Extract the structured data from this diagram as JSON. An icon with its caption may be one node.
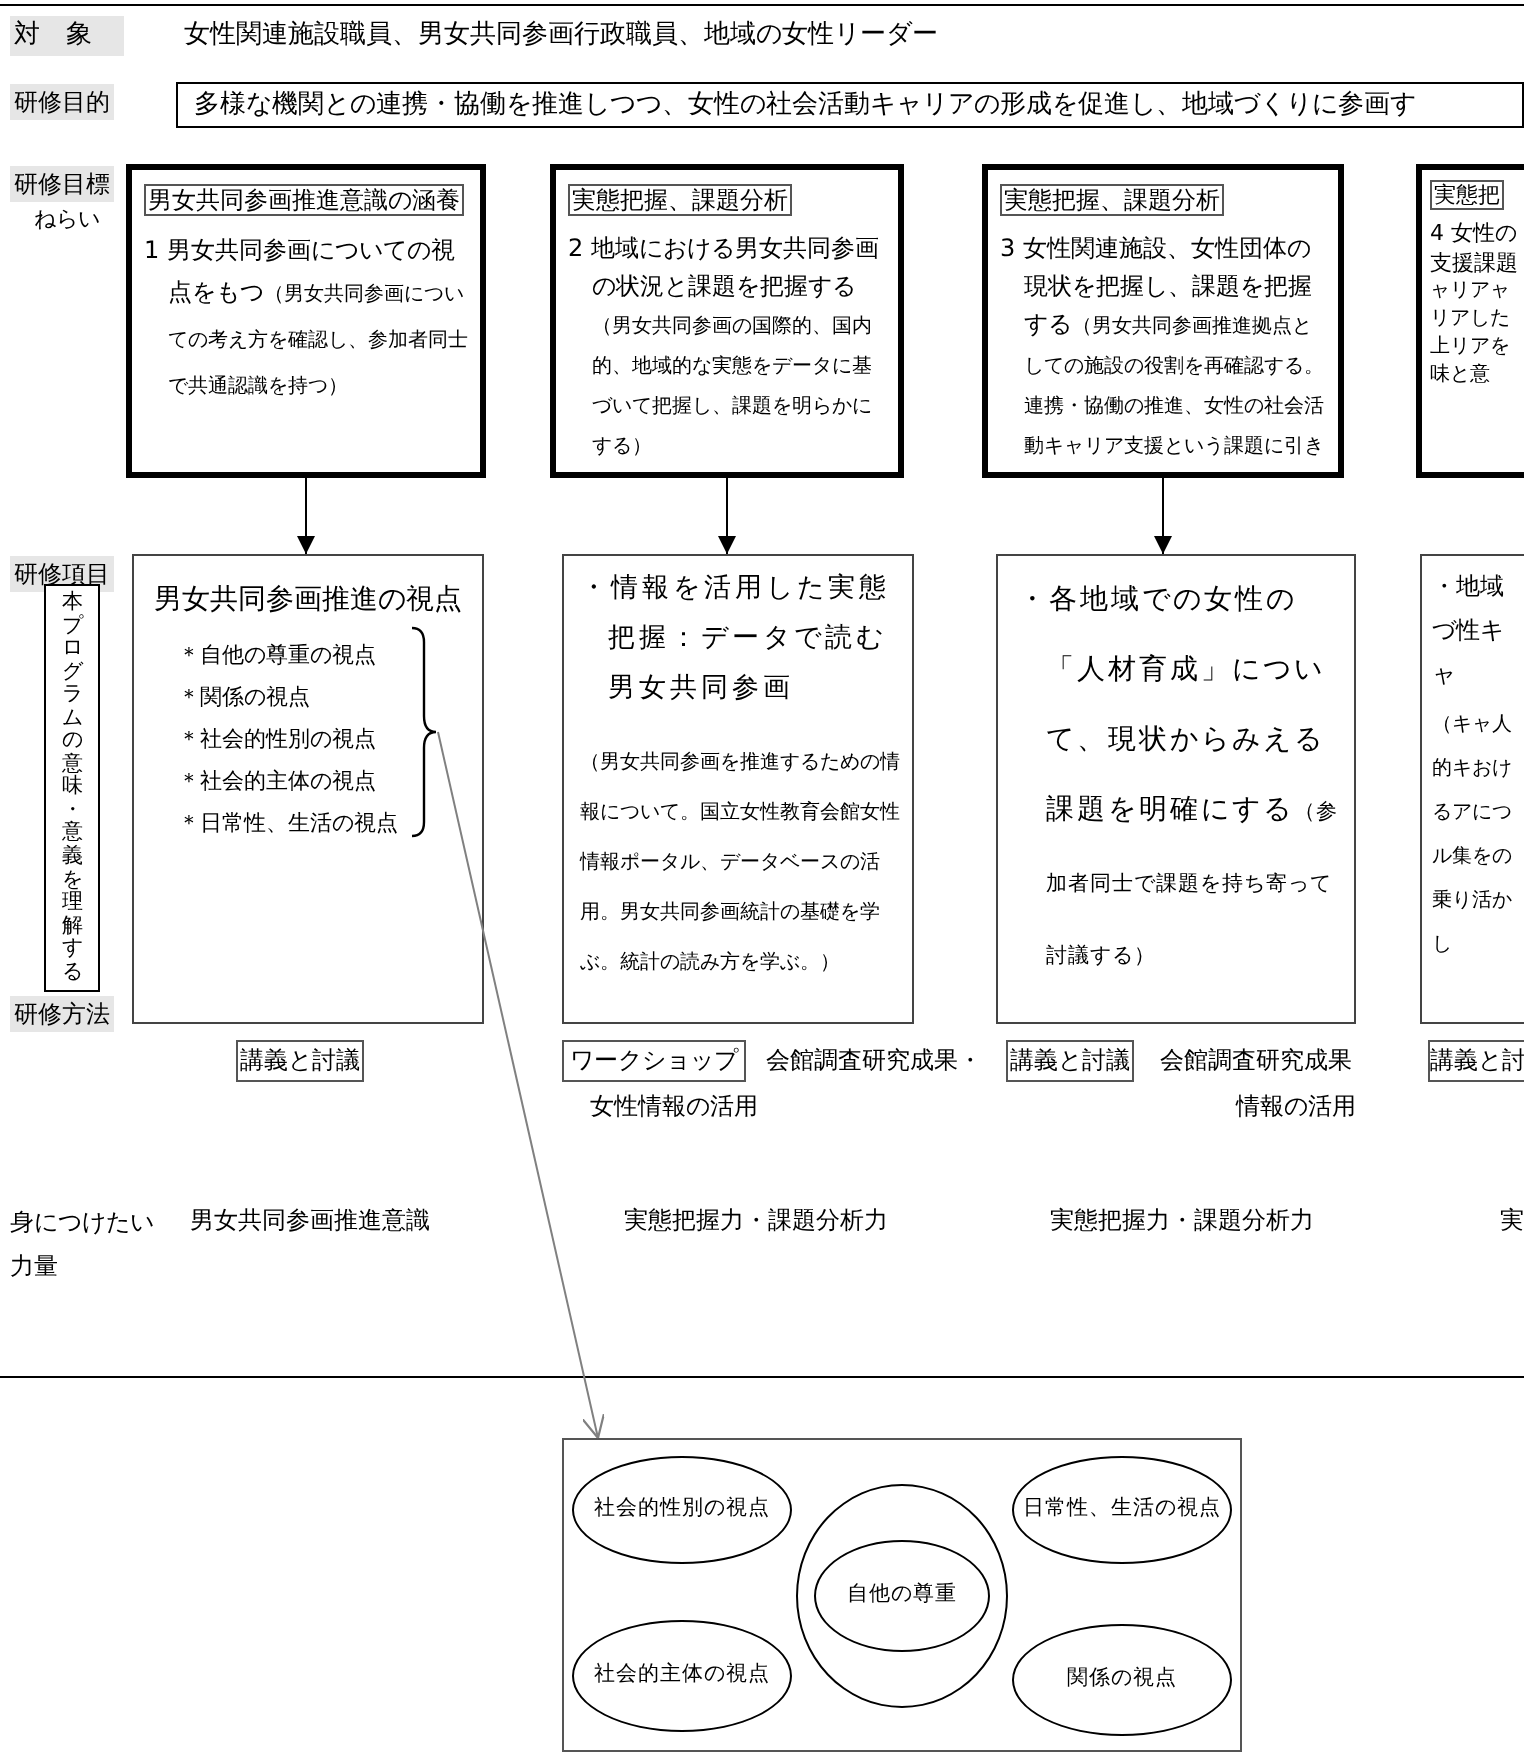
{
  "diagram": {
    "nodes": [
      {
        "text": [
          "多様な機関との連携・協働を推進しつつ、女性の社会活動キャリアの形成を促進し、地域づくりに参画す"
        ]
      },
      {
        "text": [
          "男女共同参画推進意識の涵養",
          "1 男女共同参画についての視点をもつ",
          "（男女共同参画についての考え方を確認し、参加者同士で共通認識を持つ）"
        ]
      },
      {
        "text": [
          "実態把握、課題分析",
          "2 地域における男女共同参画の状況と課題を把握する",
          "（男女共同参画の国際的、国内的、地域的な実態をデータに基づいて把握し、課題を明らかにする）"
        ]
      },
      {
        "text": [
          "実態把握、課題分析",
          "3 女性関連施設、女性団体の現状を把握し、課題を把握する",
          "（男女共同参画推進拠点としての施設の役割を再確認する。連携・協働の推進、女性の社会活動キャリア支援という課題に引き付けて考える）"
        ]
      },
      {
        "text": [
          "実態把",
          "4 女性の支援課題",
          "ャリアャリアした上リアを味と意"
        ]
      },
      {
        "text": [
          "男女共同参画推進の視点",
          "＊自他の尊重の視点",
          "＊関係の視点",
          "＊社会的性別の視点",
          "＊社会的主体の視点",
          "＊日常性、生活の視点"
        ]
      },
      {
        "text": [],
        "shape": "bracket",
        "in": 5
      },
      {
        "text": [
          "・情報を活用した実態把握：データで読む男女共同参画",
          "（男女共同参画を推進するための情報について。国立女性教育会館女性情報ポータル、データベースの活用。男女共同参画統計の基礎を学ぶ。統計の読み方を学ぶ。）"
        ]
      },
      {
        "text": [
          "・各地域での女性の「人材育成」について、現状からみえる課題を明確にする",
          "（参加者同士で課題を持ち寄って討議する）"
        ]
      },
      {
        "text": [
          "・地域づ性キャ",
          "（キャ人的キおけるアにつル集をの乗り活かし"
        ]
      },
      {
        "text": [
          "本プログラムの意味・意義を理解する"
        ]
      },
      {
        "text": [
          "講義と討議"
        ]
      },
      {
        "text": [
          "ワークショップ"
        ]
      },
      {
        "text": [
          "講義と討議"
        ]
      },
      {
        "text": [
          "講義と討"
        ]
      },
      {
        "text": [],
        "shape": "box"
      },
      {
        "text": [],
        "shape": "ellipse",
        "in": 15
      },
      {
        "text": [
          "社会的性別の視点"
        ],
        "in": 15
      },
      {
        "text": [
          "日常性、生活の視点"
        ],
        "in": 15
      },
      {
        "text": [
          "自他の尊重"
        ],
        "in": 16
      },
      {
        "text": [
          "社会的主体の視点"
        ],
        "in": 15
      },
      {
        "text": [
          "関係の視点"
        ],
        "in": 15
      }
    ],
    "edges": [
      {
        "from": 1,
        "to": 5,
        "arrow": "to"
      },
      {
        "from": 2,
        "to": 7,
        "arrow": "to"
      },
      {
        "from": 3,
        "to": 8,
        "arrow": "to"
      },
      {
        "from": 6,
        "to": 15,
        "arrow": "to",
        "color": "#808080"
      }
    ],
    "labels": [
      "対　象",
      "女性関連施設職員、男女共同参画行政職員、地域の女性リーダー",
      "研修目的",
      "研修目標",
      "ねらい",
      "研修項目",
      "研修方法",
      "会館調査研究成果・",
      "女性情報の活用",
      "会館調査研究成果",
      "情報の活用",
      "身につけたい力量",
      "男女共同参画推進意識",
      "実態把握力・課題分析力",
      "実態把握力・課題分析力",
      "実"
    ]
  }
}
